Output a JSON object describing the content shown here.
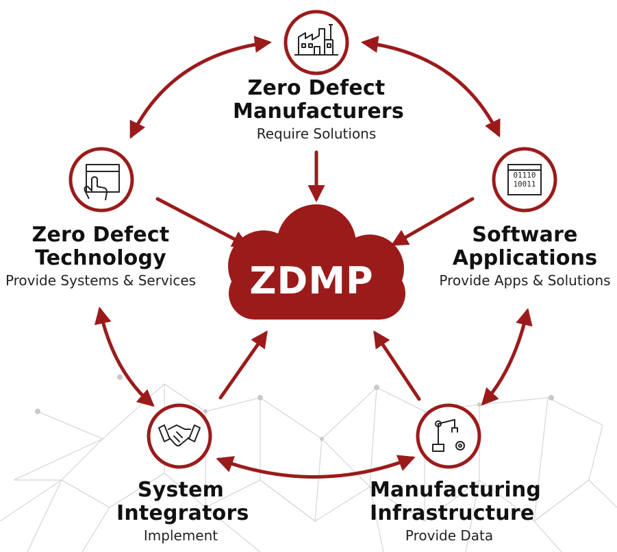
{
  "center": {
    "label": "ZDMP"
  },
  "nodes": {
    "manufacturers": {
      "title_line1": "Zero Defect",
      "title_line2": "Manufacturers",
      "subtitle": "Require Solutions",
      "icon": "factory-icon"
    },
    "technology": {
      "title_line1": "Zero Defect",
      "title_line2": "Technology",
      "subtitle": "Provide Systems & Services",
      "icon": "touch-screen-icon"
    },
    "software": {
      "title_line1": "Software",
      "title_line2": "Applications",
      "subtitle": "Provide Apps & Solutions",
      "icon": "binary-code-icon",
      "icon_text_line1": "01110",
      "icon_text_line2": "10011"
    },
    "integrators": {
      "title_line1": "System",
      "title_line2": "Integrators",
      "subtitle": "Implement",
      "icon": "handshake-icon"
    },
    "infrastructure": {
      "title_line1": "Manufacturing",
      "title_line2": "Infrastructure",
      "subtitle": "Provide Data",
      "icon": "robot-arm-icon"
    }
  },
  "colors": {
    "accent": "#9B1B1B",
    "text": "#111111",
    "network": "#D5D5D5"
  }
}
